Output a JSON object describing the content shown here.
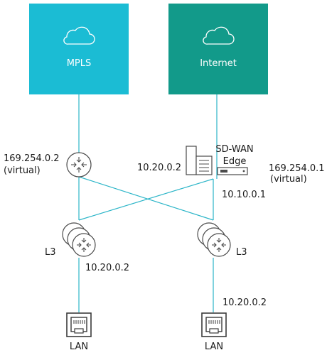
{
  "clouds": {
    "mpls": {
      "label": "MPLS",
      "color": "#1bbcd4"
    },
    "internet": {
      "label": "Internet",
      "color": "#129a8a"
    }
  },
  "routers": {
    "top_left": {
      "ip": "169.254.0.2",
      "note": "(virtual)"
    },
    "l3_left": {
      "label": "L3",
      "ip": "10.20.0.2"
    },
    "l3_right": {
      "label": "L3",
      "ip": "10.20.0.2"
    }
  },
  "sdwan": {
    "title_line1": "SD-WAN",
    "title_line2": "Edge",
    "ip_left": "10.20.0.2",
    "ip_right": "169.254.0.1",
    "note_right": "(virtual)",
    "ip_below": "10.10.0.1"
  },
  "lan": {
    "left": "LAN",
    "right": "LAN"
  },
  "icons": [
    "cloud-icon",
    "router-icon",
    "server-icon",
    "appliance-icon",
    "ethernet-port-icon"
  ]
}
